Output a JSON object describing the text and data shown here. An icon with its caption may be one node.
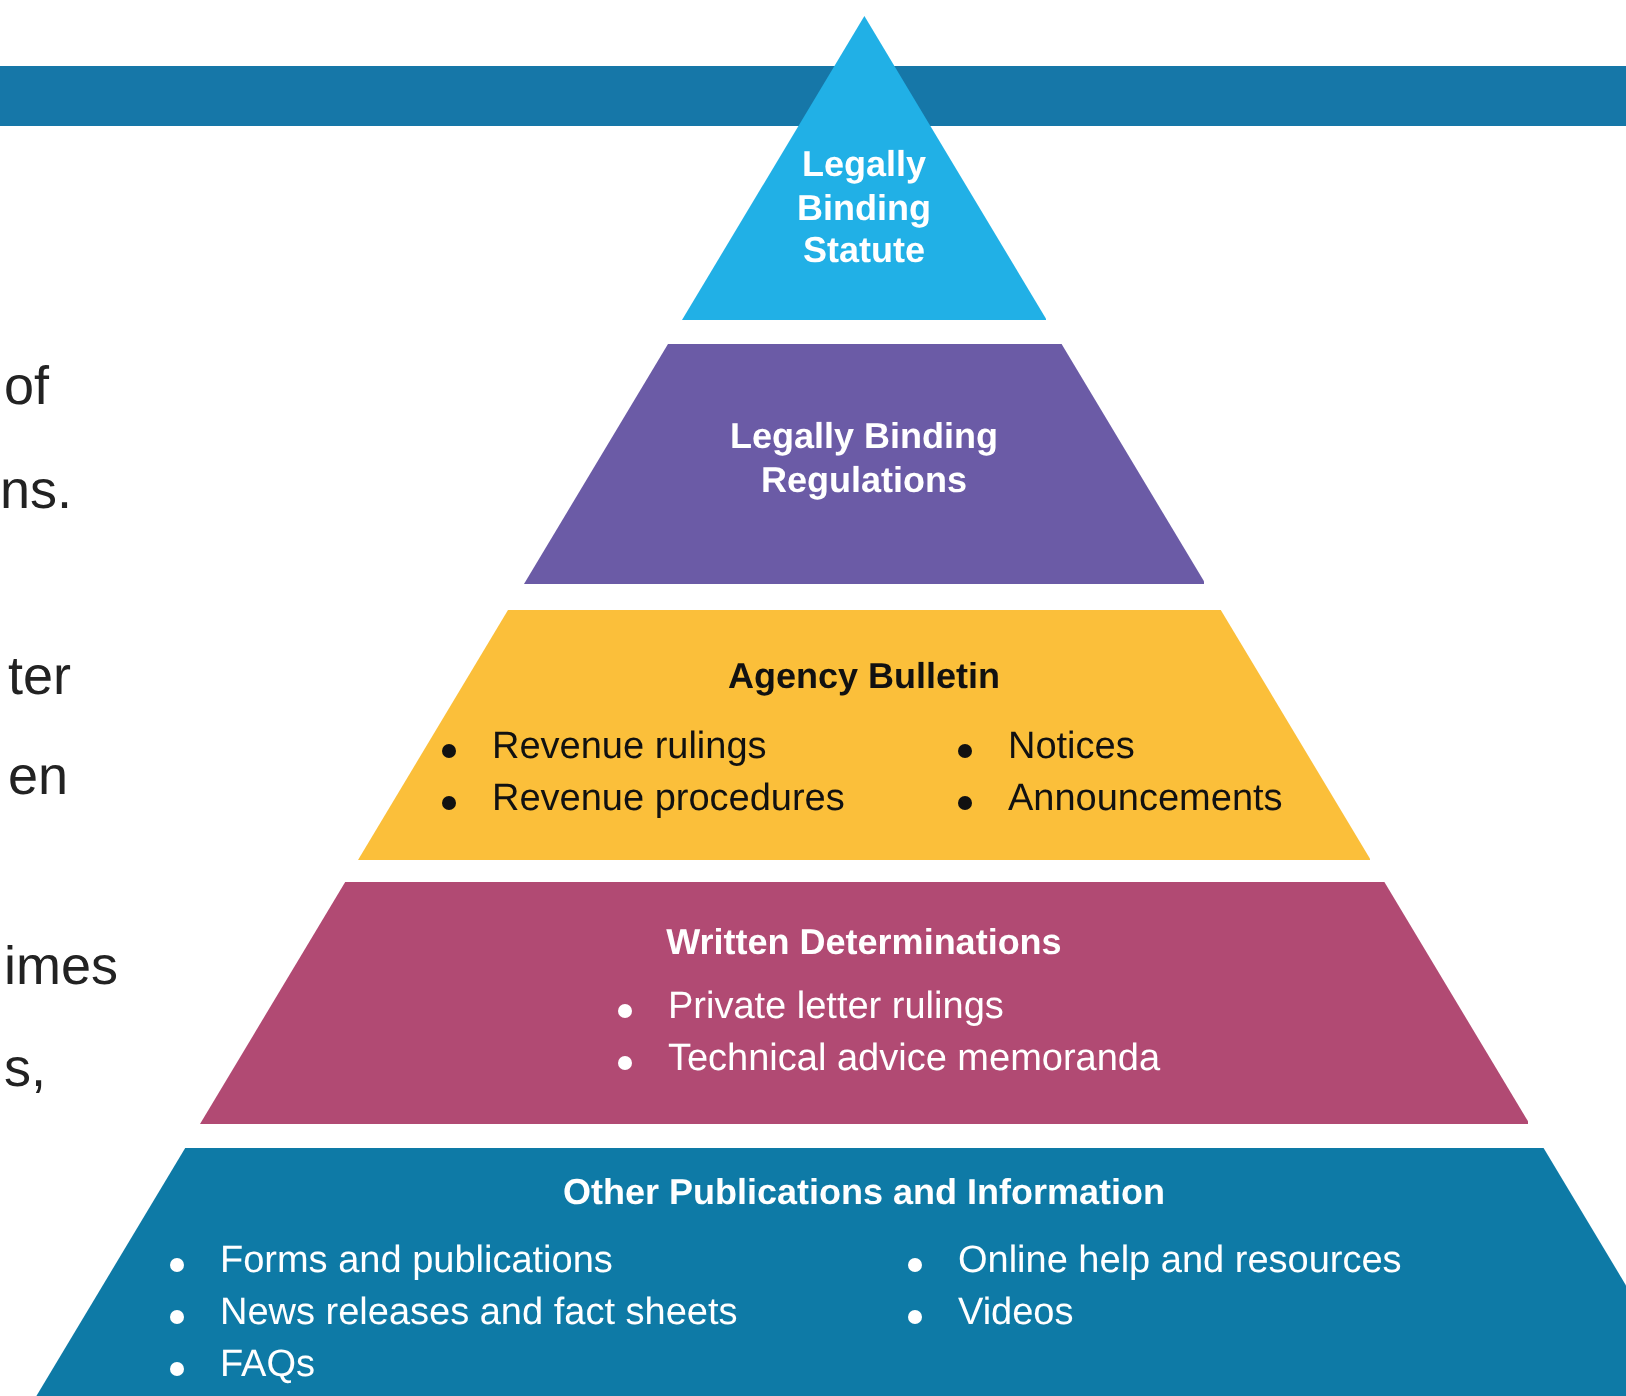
{
  "diagram": {
    "nodes": [
      {
        "text": [
          "Legally Binding Statute"
        ]
      },
      {
        "text": [
          "Legally Binding Regulations"
        ]
      },
      {
        "text": [
          "Agency Bulletin",
          "Revenue rulings",
          "Notices",
          "Revenue procedures",
          "Announcements"
        ]
      },
      {
        "text": [
          "Written Determinations",
          "Private letter rulings",
          "Technical advice memoranda"
        ]
      },
      {
        "text": [
          "Other Publications and Information",
          "Forms and publications",
          "Online help and resources",
          "News releases and fact sheets",
          "Videos",
          "FAQs"
        ]
      }
    ],
    "edges": [],
    "labels": [
      "of",
      "ns.",
      "ter",
      "en",
      "imes",
      "s,"
    ]
  }
}
